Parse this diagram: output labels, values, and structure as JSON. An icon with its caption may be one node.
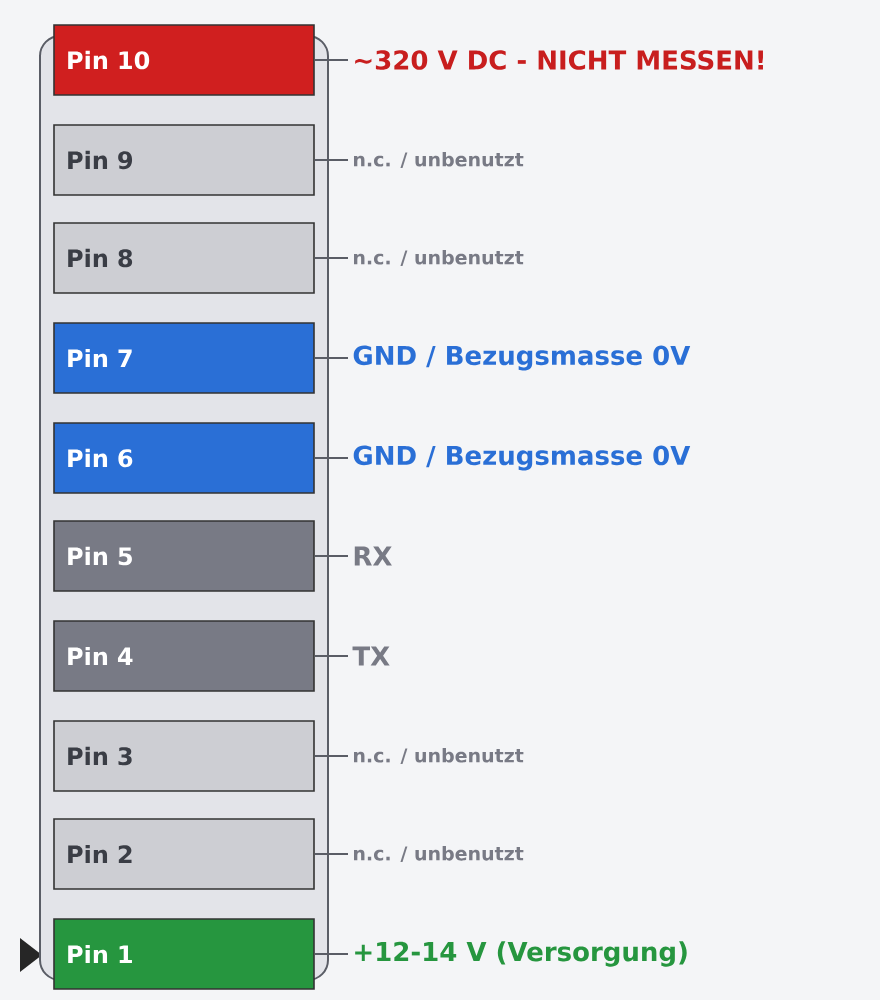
{
  "diagram": {
    "nodes": [
      {
        "text": [],
        "shape": "box"
      },
      {
        "text": [
          "Pin 10"
        ],
        "in": 0
      },
      {
        "text": [
          "~320 V DC  -  NICHT MESSEN!"
        ]
      },
      {
        "text": [
          "Pin 9"
        ],
        "in": 0
      },
      {
        "text": [
          "n.c. / unbenutzt"
        ]
      },
      {
        "text": [
          "Pin 8"
        ],
        "in": 0
      },
      {
        "text": [
          "n.c. / unbenutzt"
        ]
      },
      {
        "text": [
          "Pin 7"
        ],
        "in": 0
      },
      {
        "text": [
          "GND / Bezugsmasse 0V"
        ]
      },
      {
        "text": [
          "Pin 6"
        ],
        "in": 0
      },
      {
        "text": [
          "GND / Bezugsmasse 0V"
        ]
      },
      {
        "text": [
          "Pin 5"
        ],
        "in": 0
      },
      {
        "text": [
          "RX"
        ]
      },
      {
        "text": [
          "Pin 4"
        ],
        "in": 0
      },
      {
        "text": [
          "TX"
        ]
      },
      {
        "text": [
          "Pin 3"
        ],
        "in": 0
      },
      {
        "text": [
          "n.c. / unbenutzt"
        ]
      },
      {
        "text": [
          "Pin 2"
        ],
        "in": 0
      },
      {
        "text": [
          "n.c. / unbenutzt"
        ]
      },
      {
        "text": [
          "Pin 1"
        ],
        "in": 0
      },
      {
        "text": [
          "+12-14 V  (Versorgung)"
        ]
      }
    ],
    "edges": [
      {
        "from": 1,
        "to": 2,
        "arrow": "none"
      },
      {
        "from": 3,
        "to": 4,
        "arrow": "none"
      },
      {
        "from": 5,
        "to": 6,
        "arrow": "none"
      },
      {
        "from": 7,
        "to": 8,
        "arrow": "none"
      },
      {
        "from": 9,
        "to": 10,
        "arrow": "none"
      },
      {
        "from": 11,
        "to": 12,
        "arrow": "none"
      },
      {
        "from": 13,
        "to": 14,
        "arrow": "none"
      },
      {
        "from": 15,
        "to": 16,
        "arrow": "none"
      },
      {
        "from": 17,
        "to": 18,
        "arrow": "none"
      },
      {
        "from": 19,
        "to": 20,
        "arrow": "none"
      }
    ]
  }
}
